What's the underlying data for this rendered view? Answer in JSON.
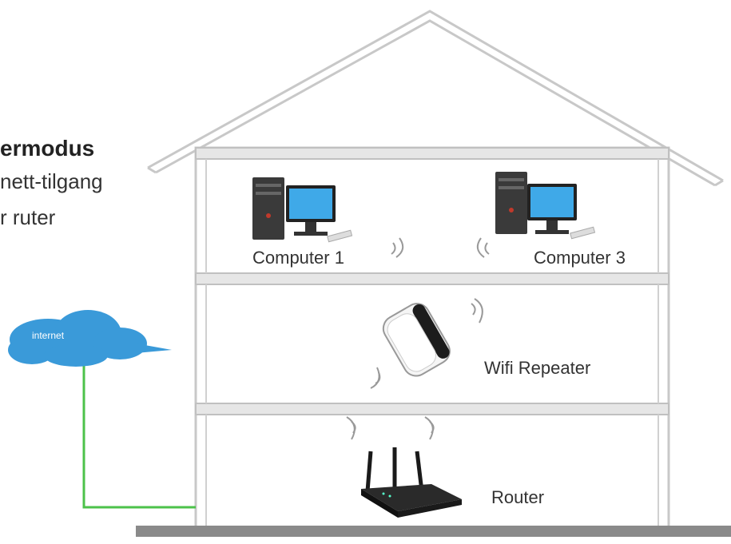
{
  "caption": {
    "heading": "ermodus",
    "line1": "nett-tilgang",
    "line2": "r ruter"
  },
  "labels": {
    "computer1": "Computer 1",
    "computer3": "Computer 3",
    "repeater": "Wifi Repeater",
    "router": "Router",
    "cloud": "internet"
  },
  "colors": {
    "cloud": "#3a9ad9",
    "cable": "#4cc24a",
    "house_outline": "#cccccc",
    "ground": "#8a8a8a"
  }
}
